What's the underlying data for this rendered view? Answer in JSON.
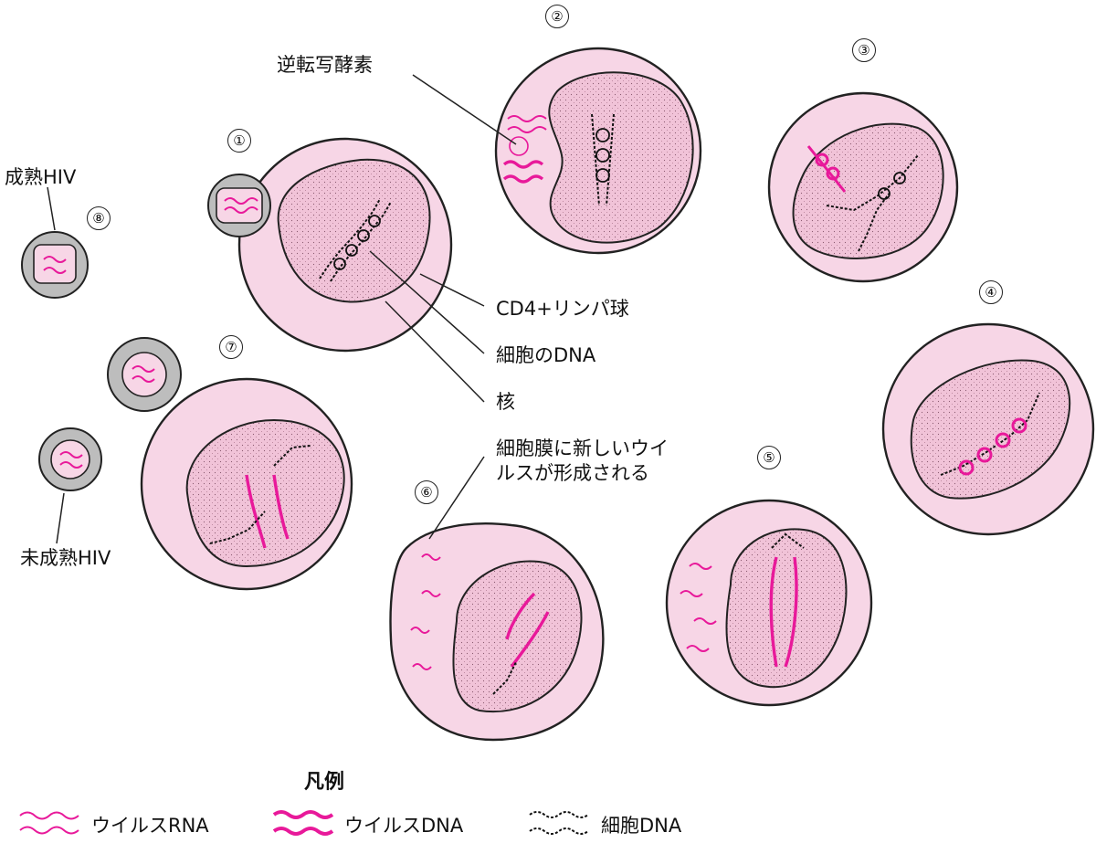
{
  "colors": {
    "cell_fill": "#f7d6e6",
    "nucleus_fill": "#f1c3d8",
    "membrane": "#222222",
    "virus_shell": "#bdbdbd",
    "viral_rna": "#e8199a",
    "viral_dna": "#e8199a",
    "cell_dna": "#111111"
  },
  "labels": {
    "reverse_transcriptase": "逆転写酵素",
    "mature_hiv": "成熟HIV",
    "immature_hiv": "未成熟HIV",
    "cd4_lymphocyte": "CD4+リンパ球",
    "cell_dna": "細胞のDNA",
    "nucleus": "核",
    "new_virus_formed": "細胞膜に新しいウイルスが形成される"
  },
  "steps": [
    "①",
    "②",
    "③",
    "④",
    "⑤",
    "⑥",
    "⑦",
    "⑧"
  ],
  "legend": {
    "title": "凡例",
    "items": [
      {
        "label": "ウイルスRNA",
        "icon": "viral-rna-wave-icon"
      },
      {
        "label": "ウイルスDNA",
        "icon": "viral-dna-strand-icon"
      },
      {
        "label": "細胞DNA",
        "icon": "cell-dna-strand-icon"
      }
    ]
  }
}
